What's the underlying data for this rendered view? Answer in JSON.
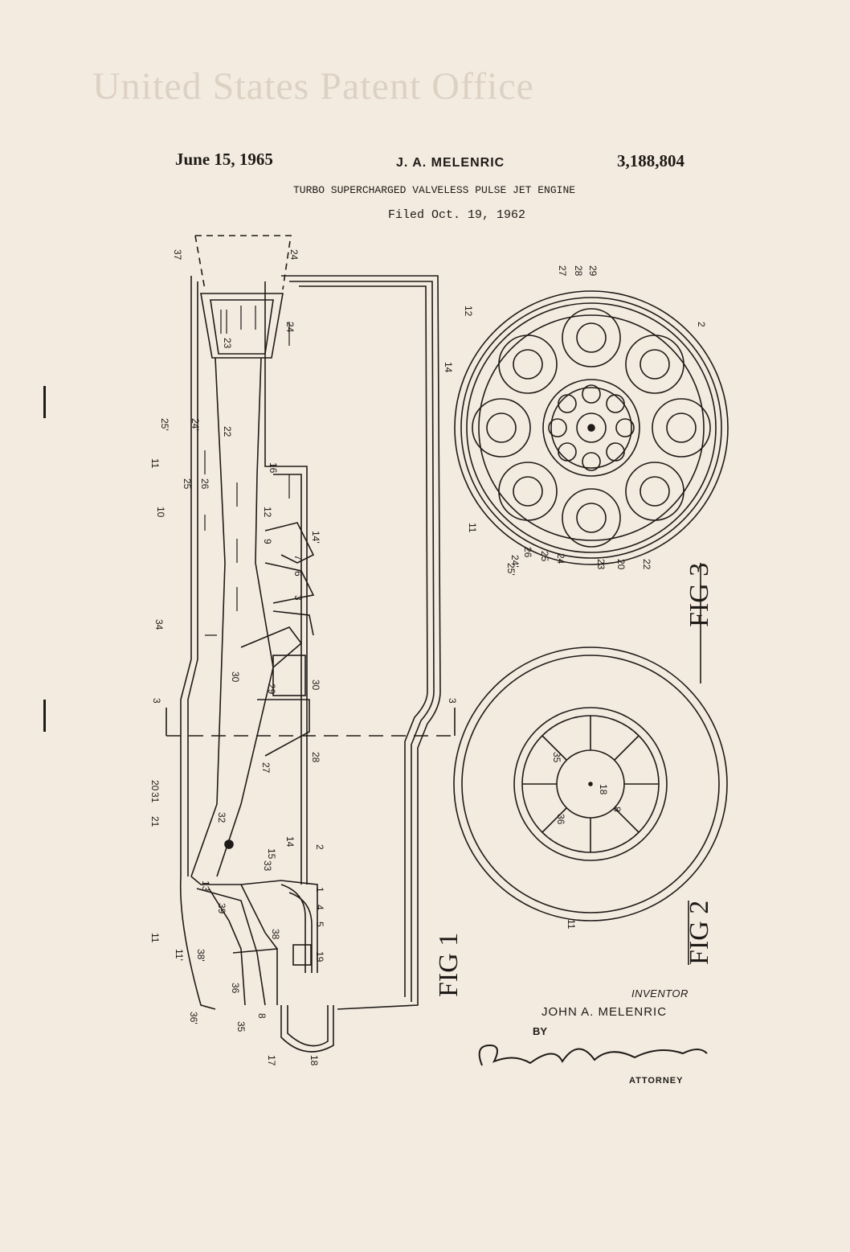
{
  "header": {
    "ghost_title": "United States Patent Office",
    "date": "June 15, 1965",
    "inventor": "J. A. MELENRIC",
    "patent_number": "3,188,804",
    "title": "TURBO SUPERCHARGED VALVELESS PULSE JET ENGINE",
    "filed": "Filed Oct. 19, 1962"
  },
  "figures": {
    "fig1": "FIG 1",
    "fig2": "FIG 2",
    "fig3": "FIG 3"
  },
  "fig1_labels": [
    "37",
    "24",
    "23",
    "24",
    "22",
    "25'",
    "24'",
    "11",
    "25",
    "26",
    "16",
    "10",
    "12",
    "9",
    "14'",
    "7",
    "6",
    "3",
    "34",
    "30",
    "29",
    "30",
    "3",
    "3",
    "28",
    "20",
    "27",
    "31",
    "32",
    "21",
    "14",
    "15",
    "33",
    "2",
    "13",
    "1",
    "39",
    "4",
    "5",
    "38",
    "11",
    "11'",
    "38'",
    "19",
    "36",
    "36'",
    "35",
    "8",
    "17",
    "18"
  ],
  "fig3_labels": [
    "27",
    "28",
    "29",
    "2",
    "12",
    "14",
    "11",
    "24'",
    "25'",
    "26",
    "25",
    "24",
    "23",
    "20",
    "22"
  ],
  "fig2_labels": [
    "35",
    "18",
    "8",
    "36",
    "11"
  ],
  "signature": {
    "inventor_label": "INVENTOR",
    "inventor_name": "JOHN A. MELENRIC",
    "by": "BY",
    "signature_text": "Charles Richard Werner",
    "attorney_label": "ATTORNEY"
  }
}
